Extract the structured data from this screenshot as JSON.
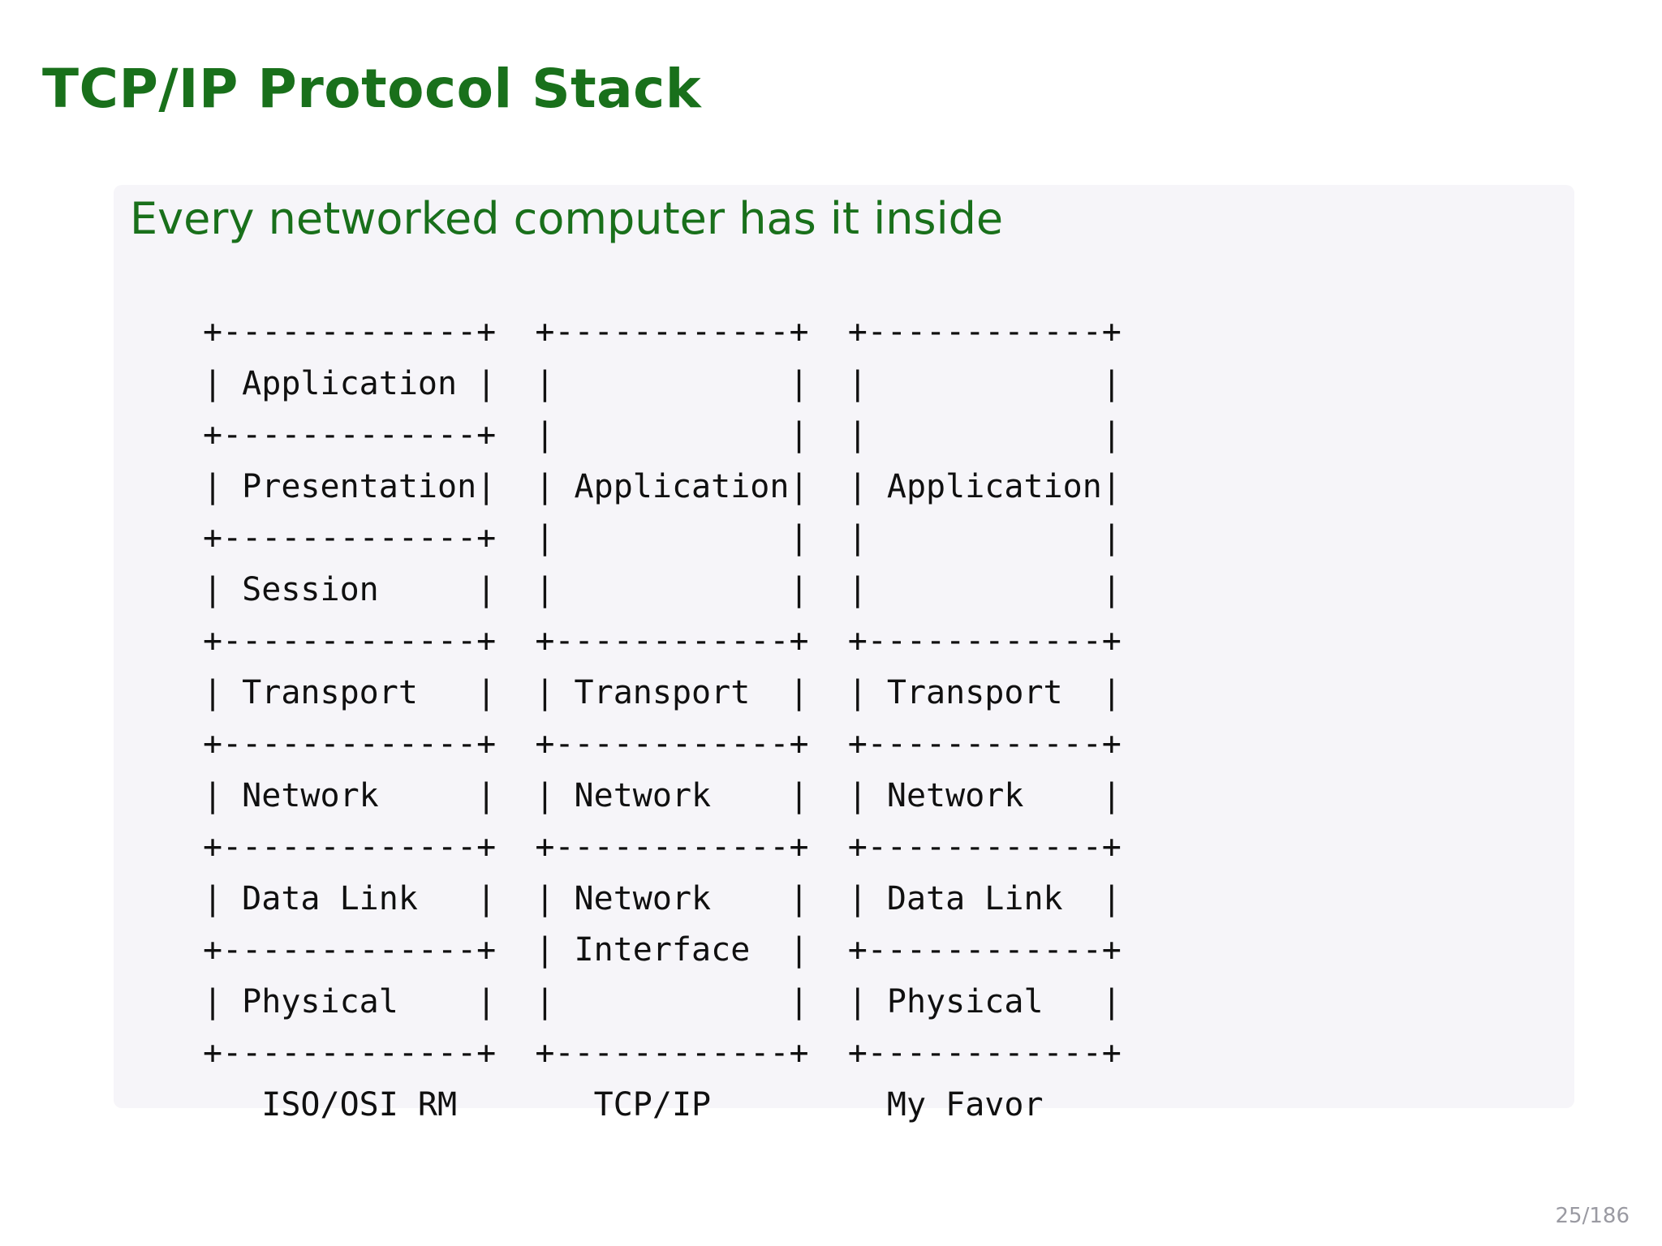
{
  "slide": {
    "title": "TCP/IP Protocol Stack",
    "page_indicator": "25/186",
    "title_color": "#19701b",
    "heading_color": "#19701b",
    "block_background": "#f6f5f9",
    "body_color": "#101010"
  },
  "block": {
    "heading": "Every networked computer has it inside"
  },
  "diagram": {
    "kind": "ascii-art",
    "columns": [
      {
        "caption": "ISO/OSI RM",
        "layers": [
          "Application",
          "Presentation",
          "Session",
          "Transport",
          "Network",
          "Data Link",
          "Physical"
        ]
      },
      {
        "caption": "TCP/IP",
        "layers": [
          "Application",
          "Transport",
          "Network",
          "Network Interface"
        ]
      },
      {
        "caption": "My Favor",
        "layers": [
          "Application",
          "Transport",
          "Network",
          "Data Link",
          "Physical"
        ]
      }
    ],
    "ascii": "+-------------+  +------------+  +------------+\n| Application |  |            |  |            |\n+-------------+  |            |  |            |\n| Presentation|  | Application|  | Application|\n+-------------+  |            |  |            |\n| Session     |  |            |  |            |\n+-------------+  +------------+  +------------+\n| Transport   |  | Transport  |  | Transport  |\n+-------------+  +------------+  +------------+\n| Network     |  | Network    |  | Network    |\n+-------------+  +------------+  +------------+\n| Data Link   |  | Network    |  | Data Link  |\n+-------------+  | Interface  |  +------------+\n| Physical    |  |            |  | Physical   |\n+-------------+  +------------+  +------------+\n   ISO/OSI RM       TCP/IP         My Favor"
  }
}
